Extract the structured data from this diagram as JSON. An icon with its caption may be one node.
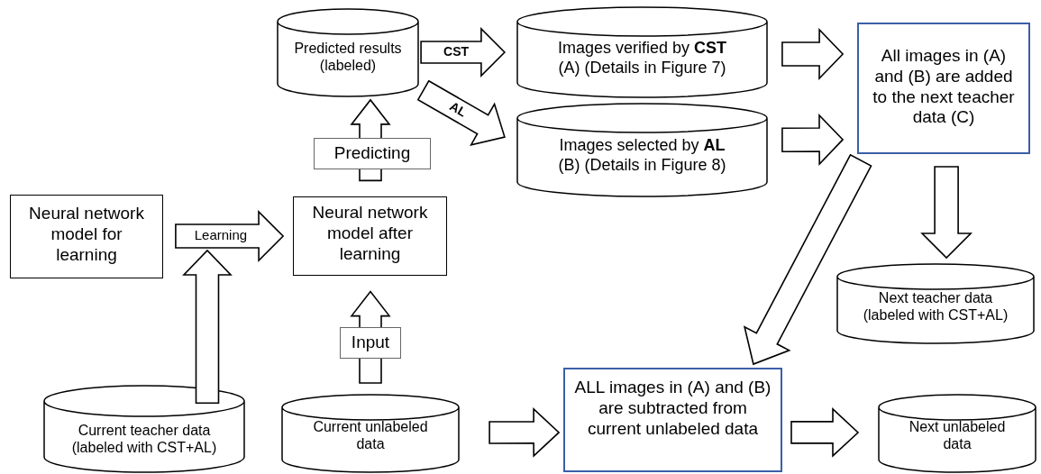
{
  "diagram": {
    "nodes": [
      {
        "text": [
          "Predicted results (labeled)"
        ]
      },
      {
        "text": [
          "Images verified by **CST** (A) (Details in Figure 7)"
        ]
      },
      {
        "text": [
          "Images selected by **AL** (B) (Details in Figure 8)"
        ]
      },
      {
        "text": [
          "All images in (A) and (B) are added to the next teacher data (C)"
        ]
      },
      {
        "text": [
          "Next teacher data (labeled with CST+AL)"
        ]
      },
      {
        "text": [
          "Neural network model for learning"
        ]
      },
      {
        "text": [
          "Neural network model after learning"
        ]
      },
      {
        "text": [
          "Current teacher data (labeled with CST+AL)"
        ]
      },
      {
        "text": [
          "Current unlabeled data"
        ]
      },
      {
        "text": [
          "ALL images in (A) and (B) are subtracted from current unlabeled data"
        ]
      },
      {
        "text": [
          "Next unlabeled data"
        ]
      }
    ],
    "edges": [
      {
        "from": 0,
        "to": 1,
        "arrow": "to",
        "label": "CST"
      },
      {
        "from": 0,
        "to": 2,
        "arrow": "to",
        "label": "AL"
      },
      {
        "from": 6,
        "to": 0,
        "arrow": "to",
        "label": "Predicting"
      },
      {
        "from": 5,
        "to": 6,
        "arrow": "to",
        "label": "Learning"
      },
      {
        "from": 7,
        "to": null,
        "arrow": "to"
      },
      {
        "from": 8,
        "to": 6,
        "arrow": "to",
        "label": "Input"
      },
      {
        "from": 8,
        "to": 9,
        "arrow": "to"
      },
      {
        "from": 1,
        "to": 3,
        "arrow": "to"
      },
      {
        "from": 2,
        "to": 3,
        "arrow": "to"
      },
      {
        "from": 3,
        "to": 4,
        "arrow": "to"
      },
      {
        "from": 3,
        "to": 9,
        "arrow": "to"
      },
      {
        "from": 9,
        "to": 10,
        "arrow": "to"
      }
    ]
  }
}
